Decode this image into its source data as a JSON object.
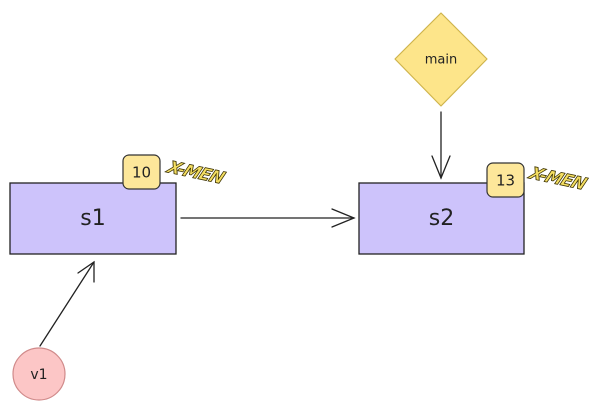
{
  "colors": {
    "state_fill": "#cdc3fb",
    "state_stroke": "#222222",
    "badge_fill": "#fde79a",
    "badge_stroke": "#333333",
    "decision_fill": "#fde58a",
    "decision_stroke": "#cfb44c",
    "start_fill": "#fcc6c6",
    "start_stroke": "#d08a8a",
    "edge": "#222222",
    "logo_fill": "#f5df62",
    "logo_stroke": "#3a3000"
  },
  "nodes": {
    "s1": {
      "label": "s1",
      "badge": "10",
      "logo": "X-MEN"
    },
    "s2": {
      "label": "s2",
      "badge": "13",
      "logo": "X-MEN"
    },
    "main": {
      "label": "main"
    },
    "v1": {
      "label": "v1"
    }
  },
  "edges": [
    {
      "from": "s1",
      "to": "s2"
    },
    {
      "from": "main",
      "to": "s2"
    },
    {
      "from": "v1",
      "to": "s1"
    }
  ]
}
